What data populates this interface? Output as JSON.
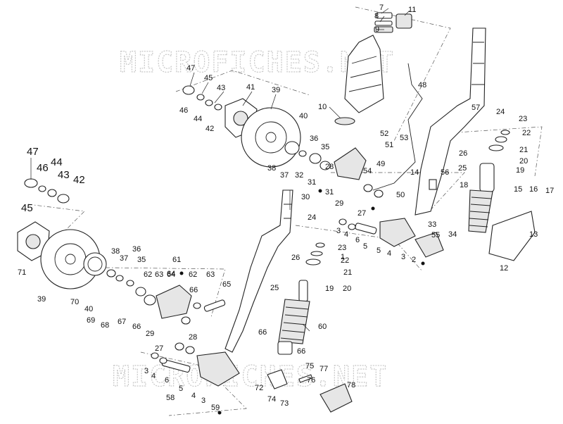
{
  "watermark": "MICROFICHES.NET",
  "callouts": [
    "7",
    "8",
    "9",
    "11",
    "10",
    "48",
    "57",
    "24",
    "23",
    "22",
    "21",
    "20",
    "19",
    "47",
    "45",
    "43",
    "46",
    "44",
    "42",
    "41",
    "39",
    "40",
    "36",
    "35",
    "38",
    "37",
    "32",
    "31",
    "28",
    "54",
    "49",
    "14",
    "56",
    "52",
    "51",
    "53",
    "26",
    "25",
    "18",
    "15",
    "16",
    "17",
    "33",
    "34",
    "13",
    "12",
    "30",
    "31",
    "29",
    "27",
    "50",
    "55",
    "47",
    "46",
    "44",
    "43",
    "42",
    "45",
    "71",
    "39",
    "38",
    "37",
    "36",
    "35",
    "70",
    "40",
    "69",
    "68",
    "67",
    "66",
    "61",
    "62",
    "63",
    "64",
    "62",
    "63",
    "65",
    "66",
    "24",
    "3",
    "4",
    "6",
    "5",
    "5",
    "4",
    "3",
    "2",
    "1",
    "23",
    "22",
    "26",
    "25",
    "21",
    "19",
    "20",
    "60",
    "29",
    "28",
    "27",
    "64",
    "66",
    "66",
    "3",
    "4",
    "6",
    "5",
    "4",
    "3",
    "58",
    "59",
    "72",
    "74",
    "73",
    "75",
    "77",
    "76",
    "78"
  ]
}
